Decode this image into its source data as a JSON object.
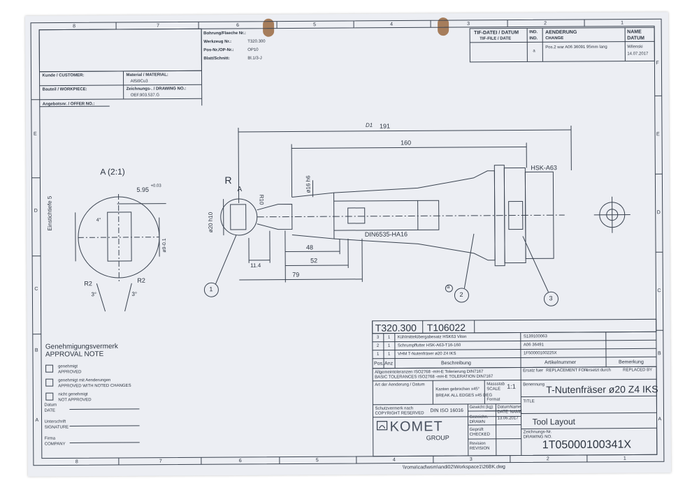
{
  "border": {
    "cols_top": [
      "8",
      "7",
      "6",
      "5",
      "4",
      "3",
      "2",
      "1"
    ],
    "cols_bottom": [
      "8",
      "7",
      "6",
      "5",
      "4",
      "3",
      "2",
      "1"
    ],
    "rows_left": [
      "E",
      "D",
      "C",
      "B",
      "A"
    ],
    "rows_right": [
      "F",
      "E",
      "D",
      "C",
      "B",
      "A"
    ]
  },
  "header": {
    "bohrung_label": "Bohrung/Flaeche Nr.:",
    "werkzeug_label": "Werkzeug Nr.:",
    "werkzeug_value": "T320.300",
    "pos_label": "Pos-Nr./OP-Nr.:",
    "pos_value": "OP10",
    "blatt_label": "Blatt/Schnitt:",
    "blatt_value": "Bl.1/3-J",
    "kunde_label": "Kunde / CUSTOMER:",
    "material_label": "Material / MATERIAL:",
    "material_value": "AlSi9Cu3",
    "bauteil_label": "Bauteil / WORKPIECE:",
    "zeichnung_label": "Zeichnungs-. / DRAWING NO.:",
    "zeichnung_value": "OEF.903.537.G",
    "angebot_label": "Angebotsnr. / OFFER NO.:"
  },
  "revision": {
    "tif_label": "TIF-DATEI / DATUM",
    "tif_label_en": "TIF-FILE / DATE",
    "ind_label": "IND.",
    "ind_label_en": "IND.",
    "change_label": "AENDERUNG",
    "change_label_en": "CHANGE",
    "name_label": "NAME",
    "name_label_en": "DATUM",
    "row_index": "a",
    "row_change": "Pos.2 war A06 36091 95mm lang",
    "row_name": "Wilenski",
    "row_date": "14.07.2017"
  },
  "drawing": {
    "detail_title": "A (2:1)",
    "dim_595": "5.95",
    "dim_595_tol": "+0.03",
    "dim_einstich": "Einstichtiefe 5",
    "dim_4deg": "4°",
    "dim_9": "ø9-0.1",
    "dim_r2a": "R2",
    "dim_r2b": "R2",
    "dim_3a": "3°",
    "dim_3b": "3°",
    "dim_r": "R",
    "section_a": "A",
    "dim_r10": "R10",
    "dim_20h10": "ø20 h10",
    "dim_16h6": "ø16 h6",
    "dim_191": "191",
    "dim_191_note": "D1",
    "dim_160": "160",
    "hsk_label": "HSK-A63",
    "din_label": "DIN6535-HA16",
    "dim_114": "11.4",
    "dim_48": "48",
    "dim_52": "52",
    "dim_79": "79",
    "balloon_1": "1",
    "balloon_2": "2",
    "balloon_3": "3",
    "balloon_a": "a"
  },
  "approval": {
    "title": "Genehmigungsvermerk",
    "title_en": "APPROVAL NOTE",
    "opt1": "genehmigt",
    "opt1_en": "APPROVED",
    "opt2": "genehmigt mit Aenderungen",
    "opt2_en": "APPROVED WITH NOTED CHANGES",
    "opt3": "nicht genehmigt",
    "opt3_en": "NOT APPROVED",
    "datum": "Datum",
    "datum_en": "DATE",
    "unterschrift": "Unterschrift",
    "unterschrift_en": "SIGNATURE",
    "firma": "Firma",
    "firma_en": "COMPANY"
  },
  "bom": {
    "tool_no_1": "T320.300",
    "tool_no_2": "T106022",
    "rows": [
      {
        "pos": "3",
        "qty": "1",
        "desc": "Kühlmittelübergabesatz HSK63 Viton",
        "part": "S139100063",
        "note": ""
      },
      {
        "pos": "2",
        "qty": "1",
        "desc": "Schrumpffutter HSK-A63-T16-160",
        "part": "A06 36491",
        "note": ""
      },
      {
        "pos": "1",
        "qty": "1",
        "desc": "VHM T-Nutenfräser ø20 Z4 IKS",
        "part": "1F50000100225X",
        "note": ""
      }
    ],
    "h_pos": "Pos.",
    "h_qty": "Anz",
    "h_desc": "Beschreibung",
    "h_part": "Artikelnummer",
    "h_note": "Bemerkung"
  },
  "titleblock": {
    "tol_line1": "Allgemeintoleranzen ISO2768 -mH-E  Tolerierung DIN7167",
    "tol_line2": "BASIC TOLERANCES ISO2768 -mH-E  TOLERATION DIN7167",
    "ersatz": "Ersatz fuer",
    "ersatz_en": "REPLACEMENT FOR",
    "ersetzt": "ersetzt durch",
    "ersetzt_en": "REPLACED BY",
    "art_datum": "Art der Aenderung / Datum",
    "kanten": "Kanten gebrochen  x45°",
    "kanten_en": "BREAK ALL EDGES  x45 DEG",
    "massstab": "Massstab",
    "massstab_en": "SCALE",
    "scale_value": "1:1",
    "format": "Format",
    "benennung": "Benennung",
    "title_main": "T-Nutenfräser ø20 Z4 IKS",
    "title_sub_label": "TITLE",
    "title_layout": "Tool Layout",
    "schutz": "Schutzvermerk nach",
    "schutz_en": "COPYRIGHT RESERVED",
    "iso": "DIN ISO 16016",
    "gewicht": "Gewicht (kg)",
    "datum_h": "Datum",
    "datum_h_en": "DATE",
    "name_h": "Name",
    "name_h_en": "NAME",
    "gezeichnet": "Gezeichn.",
    "gezeichnet_en": "DRAWN",
    "drawn_date": "13.06.2017",
    "geprueft": "Geprüft",
    "geprueft_en": "CHECKED",
    "revision": "Revision",
    "revision_en": "REVISION",
    "zeichnungsnr": "Zeichnungs-Nr.",
    "zeichnungsnr_en": "DRAWING NO.",
    "drawing_no": "1T05000100341X",
    "komet": "KOMET",
    "group": "GROUP"
  },
  "footer": {
    "path": "\\\\roma\\cad\\wsm\\andi02\\Workspace1\\26BK.dwg"
  }
}
